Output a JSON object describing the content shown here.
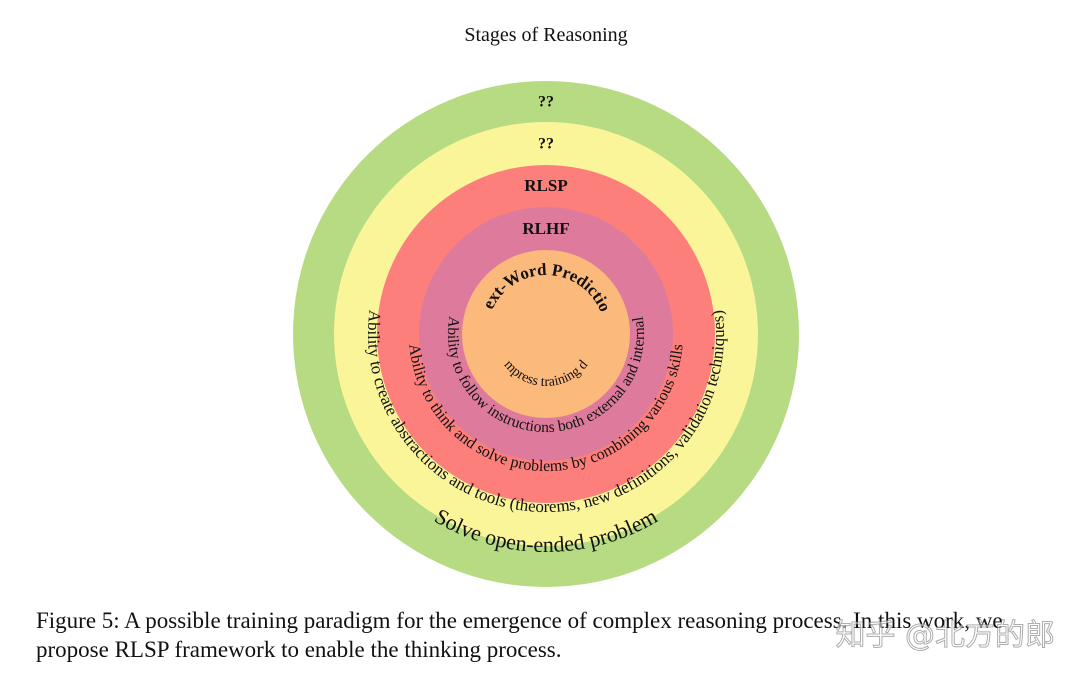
{
  "figure": {
    "title": "Stages of Reasoning",
    "rings": [
      {
        "stage": "??",
        "description": "Solve open-ended problem",
        "color": "#b7db82"
      },
      {
        "stage": "??",
        "description": "Ability to create abstractions and tools (theorems, new definitions, validation techniques)",
        "color": "#fbf59a"
      },
      {
        "stage": "RLSP",
        "description": "Ability to think and solve problems by combining various skills",
        "color": "#fd7f7c"
      },
      {
        "stage": "RLHF",
        "description": "Ability to follow instructions both external and internal",
        "color": "#de7b9c"
      },
      {
        "stage": "Next-Word Prediction",
        "description": "Compress training data",
        "color": "#fcb97c"
      }
    ]
  },
  "caption": {
    "line1": "Figure 5: A possible training paradigm for the emergence of complex reasoning process. In this work, we",
    "line2": "propose RLSP framework to enable the thinking process."
  },
  "watermark": "知乎 @北方的郎"
}
